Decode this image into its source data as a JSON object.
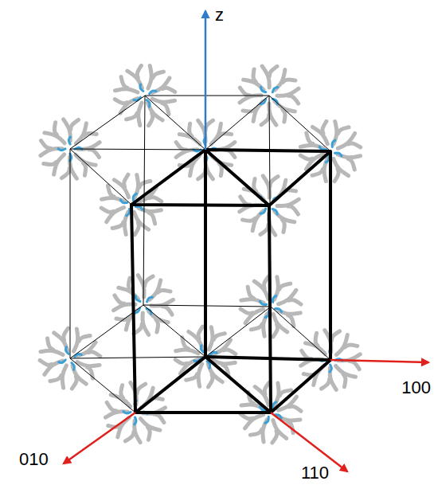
{
  "diagram": {
    "labels": [
      "z",
      "100",
      "010",
      "110"
    ]
  }
}
